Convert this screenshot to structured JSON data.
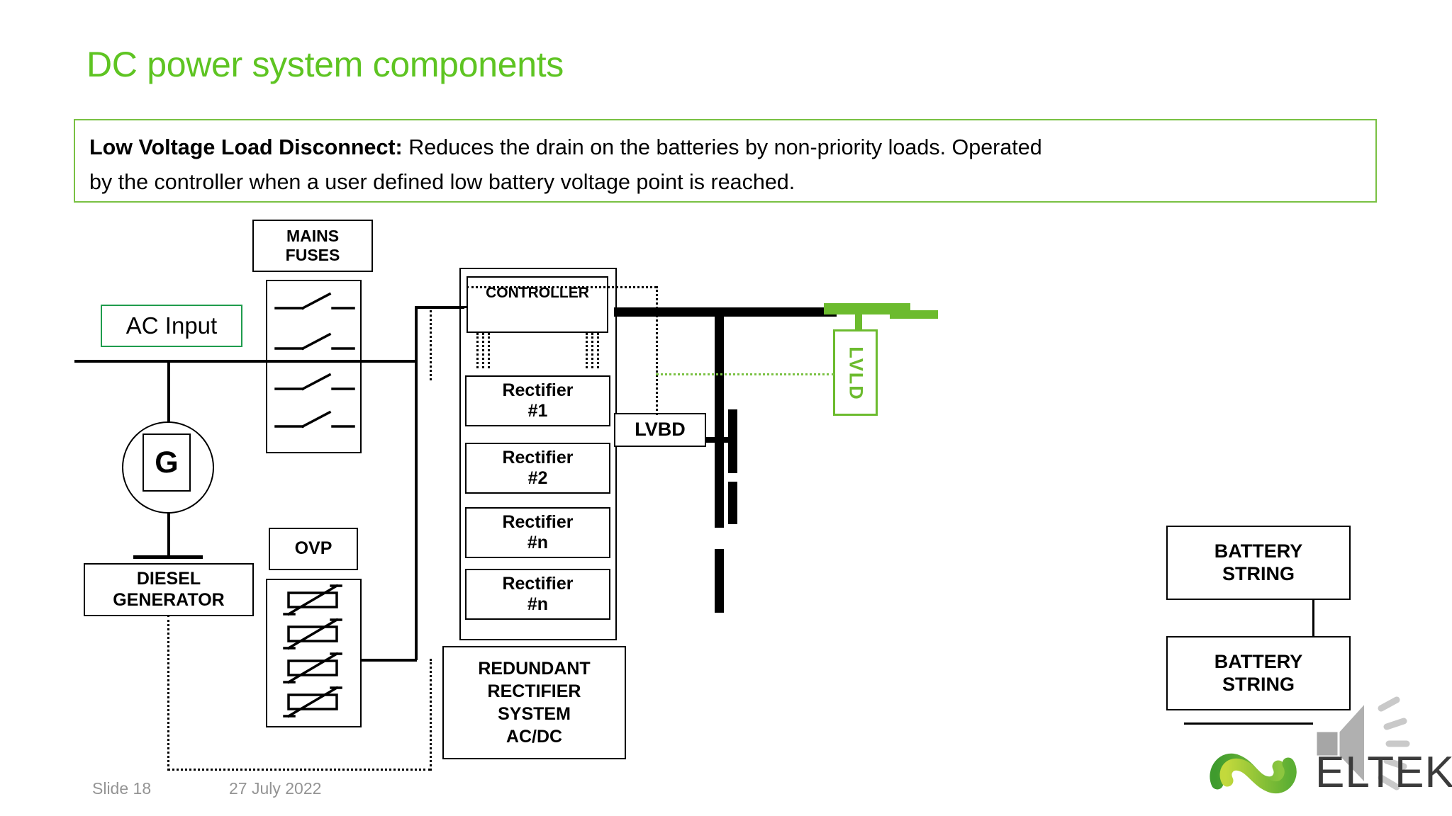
{
  "slide": {
    "title": "DC power system components",
    "title_color": "#5ec422"
  },
  "callout": {
    "border_color": "#79c143",
    "lead": "Low Voltage Load Disconnect:",
    "line1_rest": " Reduces the drain on the batteries by non-priority loads. Operated",
    "line2": "by the controller when a user defined low battery voltage point is reached."
  },
  "diagram": {
    "mains_fuses": "MAINS\nFUSES",
    "mains_fuses_l1": "MAINS",
    "mains_fuses_l2": "FUSES",
    "ac_input": "AC Input",
    "ac_input_border": "#1f9c4d",
    "generator_symbol": "G",
    "diesel_generator_l1": "DIESEL",
    "diesel_generator_l2": "GENERATOR",
    "ovp": "OVP",
    "controller": "CONTROLLER",
    "rectifiers": [
      "Rectifier\n#1",
      "Rectifier\n#2",
      "Rectifier\n#n",
      "Rectifier\n#n"
    ],
    "rectifier_1_l1": "Rectifier",
    "rectifier_1_l2": "#1",
    "rectifier_2_l1": "Rectifier",
    "rectifier_2_l2": "#2",
    "rectifier_3_l1": "Rectifier",
    "rectifier_3_l2": "#n",
    "rectifier_4_l1": "Rectifier",
    "rectifier_4_l2": "#n",
    "redundant_l1": "REDUNDANT",
    "redundant_l2": "RECTIFIER",
    "redundant_l3": "SYSTEM",
    "redundant_l4": "AC/DC",
    "lvbd": "LVBD",
    "lvld": "LVLD",
    "lvld_color": "#6cbb2e",
    "battery_string_1_l1": "BATTERY",
    "battery_string_1_l2": "STRING",
    "battery_string_2_l1": "BATTERY",
    "battery_string_2_l2": "STRING"
  },
  "footer": {
    "slide_number": "Slide 18",
    "date": "27 July 2022"
  },
  "branding": {
    "wordmark": "ELTEK",
    "logo_green_dark": "#4ba82e",
    "logo_green_light": "#b9d838"
  }
}
